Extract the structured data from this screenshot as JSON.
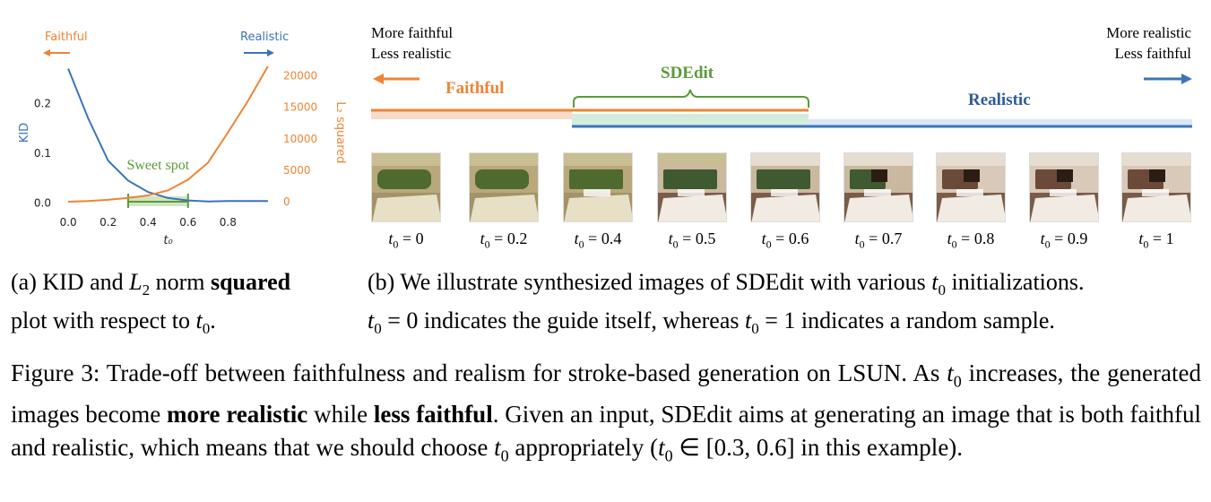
{
  "colors": {
    "faithful": "#ee8434",
    "realistic": "#3b74b9",
    "sdedit": "#5b9a3a",
    "faithful_band": "#f6dccb",
    "sdedit_band": "#d4ecdc",
    "realistic_band": "#d9e6f5"
  },
  "chart_data": {
    "type": "line",
    "x": [
      0.0,
      0.1,
      0.2,
      0.3,
      0.4,
      0.5,
      0.6,
      0.7,
      0.8,
      0.9,
      1.0
    ],
    "xlim": [
      -0.05,
      1.05
    ],
    "xticks": [
      "0.0",
      "0.2",
      "0.4",
      "0.6",
      "0.8"
    ],
    "xlabel": "t0",
    "series": [
      {
        "name": "KID",
        "axis": "left",
        "color": "#3b74b9",
        "values": [
          0.27,
          0.17,
          0.085,
          0.045,
          0.022,
          0.01,
          0.005,
          0.003,
          0.004,
          0.004,
          0.004
        ]
      },
      {
        "name": "L2 squared",
        "axis": "right",
        "color": "#ee8434",
        "values": [
          0,
          100,
          300,
          600,
          1000,
          1800,
          3500,
          6200,
          11000,
          16000,
          21500
        ]
      }
    ],
    "ylabel_left": "KID",
    "ylim_left": [
      -0.01,
      0.3
    ],
    "yticks_left": [
      "0.0",
      "0.1",
      "0.2"
    ],
    "ylabel_right": "L2 squared",
    "ylim_right": [
      -1000,
      23500
    ],
    "yticks_right": [
      "0",
      "5000",
      "10000",
      "15000",
      "20000"
    ],
    "annotations": {
      "faithful": "Faithful",
      "realistic": "Realistic",
      "sweet_spot": "Sweet spot",
      "sweet_range": [
        0.3,
        0.6
      ]
    }
  },
  "panel_b": {
    "left_note_1": "More faithful",
    "left_note_2": "Less realistic",
    "right_note_1": "More realistic",
    "right_note_2": "Less faithful",
    "faithful_label": "Faithful",
    "sdedit_label": "SDEdit",
    "realistic_label": "Realistic",
    "thumbs": [
      {
        "label": "t0 = 0",
        "t": 0.0
      },
      {
        "label": "t0 = 0.2",
        "t": 0.2
      },
      {
        "label": "t0 = 0.4",
        "t": 0.4
      },
      {
        "label": "t0 = 0.5",
        "t": 0.5
      },
      {
        "label": "t0 = 0.6",
        "t": 0.6
      },
      {
        "label": "t0 = 0.7",
        "t": 0.7
      },
      {
        "label": "t0 = 0.8",
        "t": 0.8
      },
      {
        "label": "t0 = 0.9",
        "t": 0.9
      },
      {
        "label": "t0 = 1",
        "t": 1.0
      }
    ]
  },
  "captions": {
    "a_line1_pre": "(a) KID and ",
    "a_line1_math": "L",
    "a_line1_sub": "2",
    "a_line1_mid": " norm ",
    "a_line1_bold": "squared",
    "a_line2": "plot with respect to ",
    "a_line2_math": "t",
    "a_line2_sub": "0",
    "a_line2_end": ".",
    "b_line1_pre": "(b) We illustrate synthesized images of SDEdit with various ",
    "b_line1_math": "t",
    "b_line1_sub": "0",
    "b_line1_end": " initializations.",
    "b_line2_a": " = 0 indicates the guide itself, whereas ",
    "b_line2_b": " = 1 indicates a random sample."
  },
  "figure_caption": {
    "p1": "Figure 3: Trade-off between faithfulness and realism for stroke-based generation on LSUN. As ",
    "p2": " increases, the generated images become ",
    "bold1": "more realistic",
    "p3": " while ",
    "bold2": "less faithful",
    "p4": ". Given an input, SDEdit aims at generating an image that is both faithful and realistic, which means that we should choose ",
    "p5": " appropriately (",
    "p6": " ∈ [0.3, 0.6] in this example)."
  }
}
